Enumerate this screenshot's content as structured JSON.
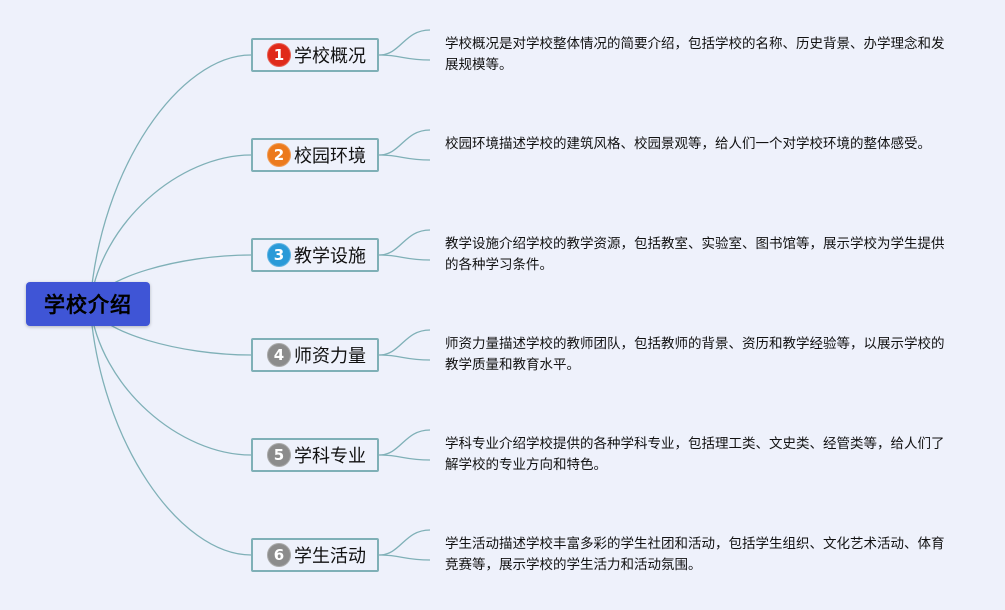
{
  "root": {
    "label": "学校介绍"
  },
  "colors": {
    "root_bg": "#3f55d6",
    "connector": "#7fb0b7",
    "background": "#eef1fb"
  },
  "branches": [
    {
      "number": "1",
      "badge_color": "#e02a1a",
      "label": "学校概况",
      "description": "学校概况是对学校整体情况的简要介绍，包括学校的名称、历史背景、办学理念和发展规模等。"
    },
    {
      "number": "2",
      "badge_color": "#ec7a1d",
      "label": "校园环境",
      "description": "校园环境描述学校的建筑风格、校园景观等，给人们一个对学校环境的整体感受。"
    },
    {
      "number": "3",
      "badge_color": "#2a9ad8",
      "label": "教学设施",
      "description": "教学设施介绍学校的教学资源，包括教室、实验室、图书馆等，展示学校为学生提供的各种学习条件。"
    },
    {
      "number": "4",
      "badge_color": "#8c8c8c",
      "label": "师资力量",
      "description": "师资力量描述学校的教师团队，包括教师的背景、资历和教学经验等，以展示学校的教学质量和教育水平。"
    },
    {
      "number": "5",
      "badge_color": "#8c8c8c",
      "label": "学科专业",
      "description": "学科专业介绍学校提供的各种学科专业，包括理工类、文史类、经管类等，给人们了解学校的专业方向和特色。"
    },
    {
      "number": "6",
      "badge_color": "#8c8c8c",
      "label": "学生活动",
      "description": "学生活动描述学校丰富多彩的学生社团和活动，包括学生组织、文化艺术活动、体育竞赛等，展示学校的学生活力和活动氛围。"
    }
  ]
}
